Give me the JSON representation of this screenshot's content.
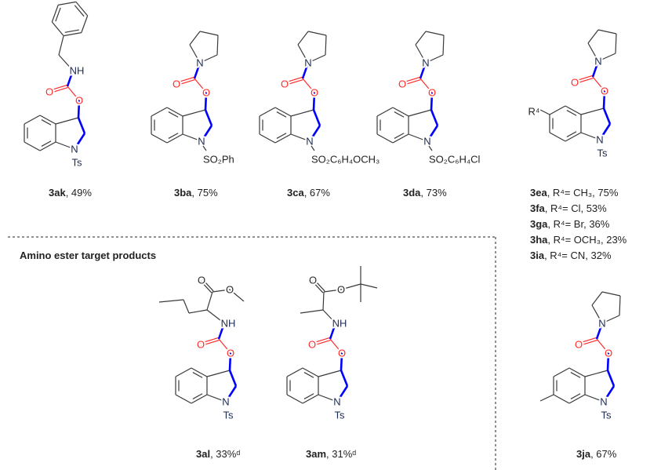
{
  "atoms": {
    "N": "N",
    "O": "O",
    "NH": "NH",
    "Ts": "Ts",
    "R4": "R⁴"
  },
  "substituents": {
    "so2ph": "SO₂Ph",
    "so2anisyl": "SO₂C₆H₄OCH₃",
    "so2chlorophenyl": "SO₂C₆H₄Cl"
  },
  "section_title": "Amino ester target products",
  "compounds": {
    "3ak": {
      "id": "3ak",
      "rest": ", 49%"
    },
    "3ba": {
      "id": "3ba",
      "rest": ", 75%"
    },
    "3ca": {
      "id": "3ca",
      "rest": ", 67%"
    },
    "3da": {
      "id": "3da",
      "rest": ", 73%"
    },
    "3al": {
      "id": "3al",
      "rest": ", 33%ᵈ"
    },
    "3am": {
      "id": "3am",
      "rest": ", 31%ᵈ"
    },
    "3ja": {
      "id": "3ja",
      "rest": ", 67%"
    }
  },
  "r4_series": [
    {
      "id": "3ea",
      "rest": ", R⁴= CH₃, 75%"
    },
    {
      "id": "3fa",
      "rest": ", R⁴= Cl, 53%"
    },
    {
      "id": "3ga",
      "rest": ", R⁴= Br, 36%"
    },
    {
      "id": "3ha",
      "rest": ", R⁴= OCH₃, 23%"
    },
    {
      "id": "3ia",
      "rest": ", R⁴= CN, 32%"
    }
  ],
  "colors": {
    "bond": "#3a3a3a",
    "blue": "#0000ff",
    "red": "#ff2a2a",
    "nitrogen": "#1c2a50"
  }
}
